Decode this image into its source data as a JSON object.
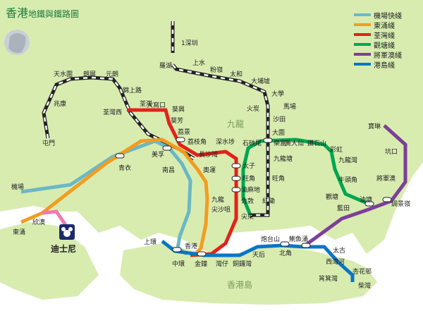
{
  "title": {
    "main": "香港",
    "sub": "地鐵與鐵路圖"
  },
  "legend": [
    {
      "label": "機場快綫",
      "color": "#6bb8c4"
    },
    {
      "label": "東涌綫",
      "color": "#f39c1f"
    },
    {
      "label": "荃灣綫",
      "color": "#e2231a"
    },
    {
      "label": "觀塘綫",
      "color": "#00a650"
    },
    {
      "label": "將軍澳綫",
      "color": "#7d3f98"
    },
    {
      "label": "港島綫",
      "color": "#0b75c6"
    }
  ],
  "regions": {
    "kowloon": "九龍",
    "hk_island": "香港島"
  },
  "stations": {
    "lowu": "羅湖",
    "shangshui": "上水",
    "fanling": "粉嶺",
    "taiwo": "太和",
    "taipomarket": "大埔墟",
    "university": "大學",
    "fotan": "火炭",
    "racecourse": "馬場",
    "shatin": "沙田",
    "taiwai": "大圍",
    "kowloontong": "九龍塘",
    "mongkokeast": "旺角",
    "hunghom": "紅磡",
    "eastTST": "尖東",
    "lokmachau": "1深圳",
    "tinshuiwai": "天水圍",
    "longping": "朗屏",
    "yuenlong": "元朗",
    "kamsheungroad": "錦上路",
    "siuhong": "兆康",
    "tuenmun": "屯門",
    "tsuenwanwest": "荃灣西",
    "tsuenwan": "荃灣",
    "taiwohau": "大窩口",
    "kwaihing": "葵興",
    "kwaifong": "葵芳",
    "laiking": "荔景",
    "meifoo": "美孚",
    "laichikok": "荔枝角",
    "cheungshawan": "長沙灣",
    "shamshuipo": "深水埗",
    "namcheong": "南昌",
    "olympic": "奧運",
    "kowloonstn": "九龍",
    "tsingyi": "青衣",
    "airport": "機場",
    "tungchung": "東涌",
    "sunnybay": "欣澳",
    "disney": "迪士尼",
    "shekkipmei": "石硤尾",
    "princeedward": "太子",
    "mongkok": "旺角",
    "yaumatei": "油麻地",
    "jordan": "佐敦",
    "tst": "尖沙咀",
    "lokfu": "樂富",
    "wongtaisin": "黃大仙",
    "diamondhill": "鑽石山",
    "choihung": "彩虹",
    "kowloonbay": "九龍灣",
    "ngautaukok": "牛頭角",
    "kwuntong": "觀塘",
    "lamtin": "藍田",
    "yautong": "油塘",
    "pokoilam": "寶琳",
    "hanghau": "坑口",
    "tseungkwano": "將軍澳",
    "tiukengleng": "調景嶺",
    "sheungwan": "上環",
    "central": "中環",
    "hongkongstn": "香港",
    "admiralty": "金鐘",
    "wanchai": "灣仔",
    "causewaybay": "銅鑼灣",
    "tinhau": "天后",
    "fortresshill": "炮台山",
    "northpoint": "北角",
    "quarrybay": "鰂魚涌",
    "taikoo": "太古",
    "saiwanho": "西灣河",
    "shaukeiwan": "筲箕灣",
    "hengfachuen": "杏花邨",
    "chaiwan": "柴灣"
  }
}
